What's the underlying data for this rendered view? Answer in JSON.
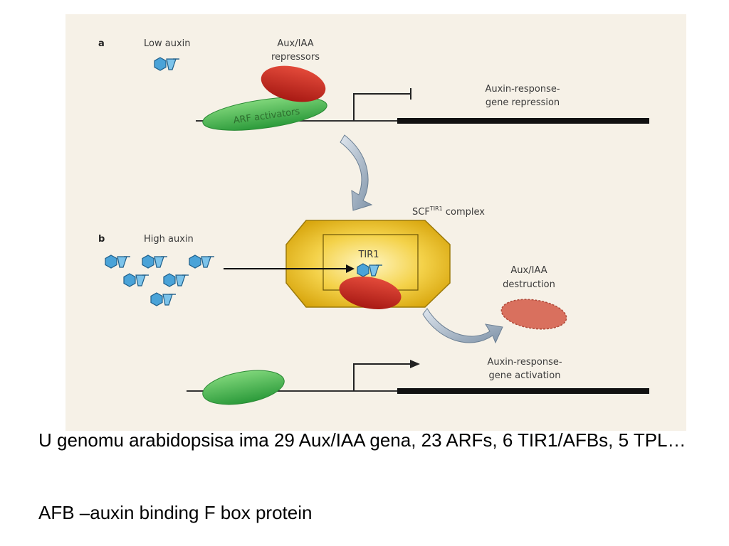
{
  "figure": {
    "panel_a": {
      "letter": "a",
      "low_auxin": "Low auxin",
      "repressors_line1": "Aux/IAA",
      "repressors_line2": "repressors",
      "arf_label": "ARF activators",
      "response_line1": "Auxin-response-",
      "response_line2": "gene repression"
    },
    "panel_b": {
      "letter": "b",
      "high_auxin": "High auxin",
      "complex_base": "SCF",
      "complex_sup": "TIR1",
      "complex_tail": " complex",
      "tir1": "TIR1",
      "destruction_line1": "Aux/IAA",
      "destruction_line2": "destruction",
      "response_line1": "Auxin-response-",
      "response_line2": "gene activation"
    },
    "colors": {
      "auxin_fill": "#4aa3d8",
      "repressor_red": "#c62a22",
      "activator_green": "#3fb44a",
      "complex_gold": "#e0b116",
      "destroyed_red": "#d9705e"
    }
  },
  "captions": {
    "line1": "U genomu arabidopsisa ima 29 Aux/IAA gena, 23 ARFs, 6 TIR1/AFBs, 5 TPL…",
    "line2": "AFB –auxin binding F box protein"
  }
}
